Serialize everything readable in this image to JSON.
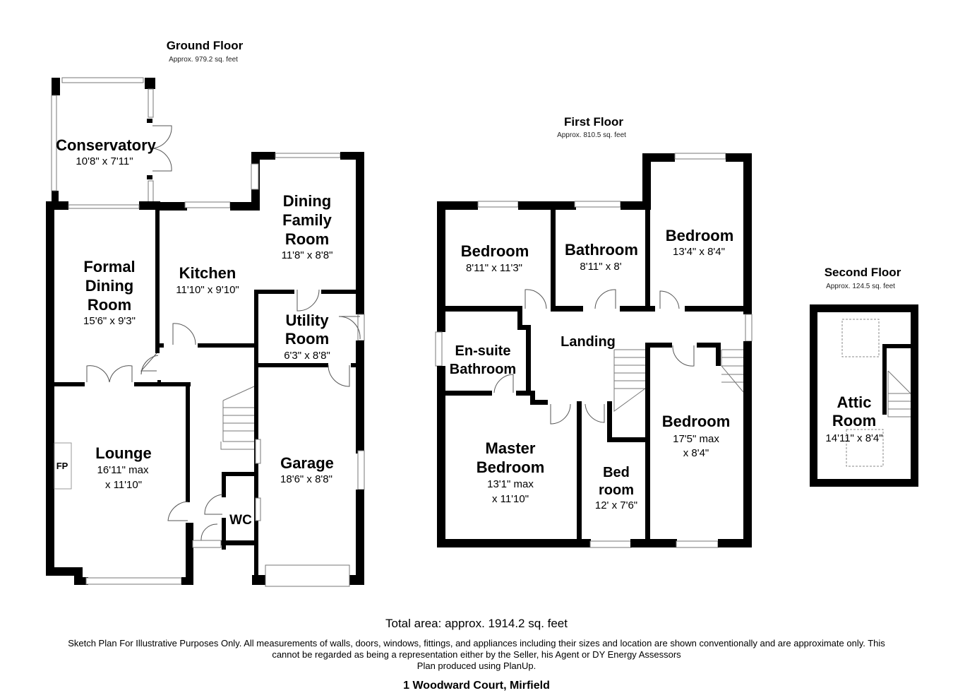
{
  "floors": {
    "ground": {
      "title": "Ground Floor",
      "area": "Approx. 979.2 sq. feet",
      "rooms": {
        "conservatory": {
          "name": [
            "Conservatory"
          ],
          "dims": [
            "10'8\" x 7'11\""
          ]
        },
        "formal_dining": {
          "name": [
            "Formal",
            "Dining",
            "Room"
          ],
          "dims": [
            "15'6\" x 9'3\""
          ]
        },
        "kitchen": {
          "name": [
            "Kitchen"
          ],
          "dims": [
            "11'10\" x 9'10\""
          ]
        },
        "dining_family": {
          "name": [
            "Dining",
            "Family",
            "Room"
          ],
          "dims": [
            "11'8\" x 8'8\""
          ]
        },
        "utility": {
          "name": [
            "Utility",
            "Room"
          ],
          "dims": [
            "6'3\" x 8'8\""
          ]
        },
        "lounge": {
          "name": [
            "Lounge"
          ],
          "dims": [
            "16'11\" max",
            "x 11'10\""
          ]
        },
        "garage": {
          "name": [
            "Garage"
          ],
          "dims": [
            "18'6\" x 8'8\""
          ]
        },
        "wc": {
          "name": [
            "WC"
          ],
          "dims": []
        }
      },
      "fireplace_label": "FP"
    },
    "first": {
      "title": "First Floor",
      "area": "Approx. 810.5 sq. feet",
      "rooms": {
        "bedroom_front_left": {
          "name": [
            "Bedroom"
          ],
          "dims": [
            "8'11\" x 11'3\""
          ]
        },
        "bathroom": {
          "name": [
            "Bathroom"
          ],
          "dims": [
            "8'11\" x 8'"
          ]
        },
        "bedroom_top_right": {
          "name": [
            "Bedroom"
          ],
          "dims": [
            "13'4\" x 8'4\""
          ]
        },
        "ensuite": {
          "name": [
            "En-suite",
            "Bathroom"
          ],
          "dims": []
        },
        "landing": {
          "name": [
            "Landing"
          ],
          "dims": []
        },
        "master": {
          "name": [
            "Master",
            "Bedroom"
          ],
          "dims": [
            "13'1\" max",
            "x 11'10\""
          ]
        },
        "bedroom_small": {
          "name": [
            "Bed",
            "room"
          ],
          "dims": [
            "12' x 7'6\""
          ]
        },
        "bedroom_right": {
          "name": [
            "Bedroom"
          ],
          "dims": [
            "17'5\" max",
            "x 8'4\""
          ]
        }
      }
    },
    "second": {
      "title": "Second Floor",
      "area": "Approx. 124.5 sq. feet",
      "rooms": {
        "attic": {
          "name": [
            "Attic",
            "Room"
          ],
          "dims": [
            "14'11\" x 8'4\""
          ]
        }
      }
    }
  },
  "footer": {
    "total_area": "Total area: approx. 1914.2 sq. feet",
    "disclaimer_line1": "Sketch Plan For Illustrative Purposes Only. All measurements of walls, doors, windows, fittings, and appliances including their sizes and location are shown conventionally and are approximate only. This",
    "disclaimer_line2": "cannot be regarded as being a representation either by the Seller, his Agent or DY Energy Assessors",
    "disclaimer_line3": "Plan produced using PlanUp.",
    "address": "1 Woodward Court, Mirfield"
  }
}
